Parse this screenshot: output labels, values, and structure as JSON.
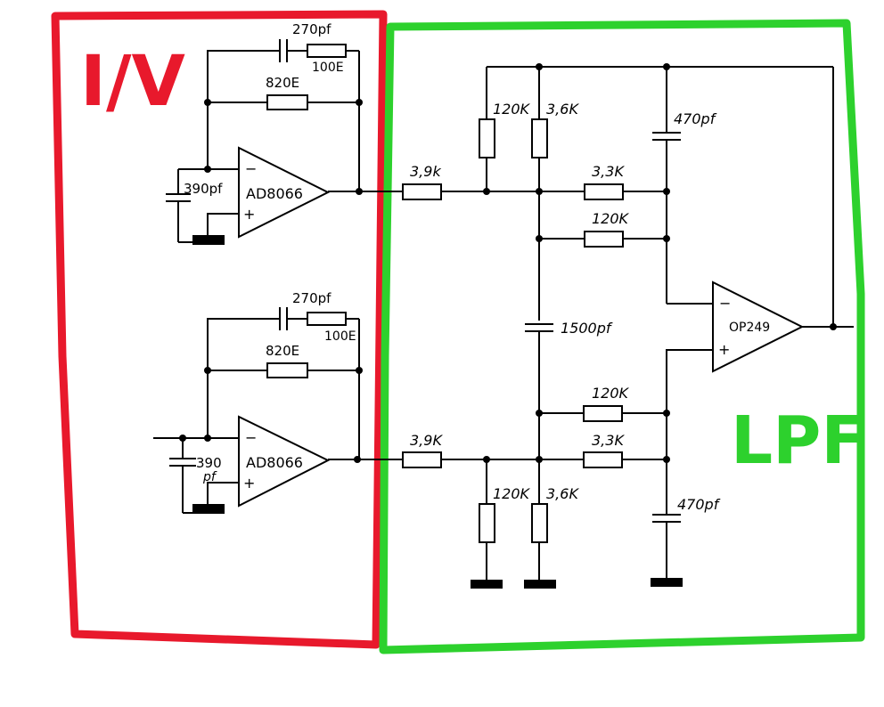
{
  "regions": {
    "iv": {
      "label": "I/V",
      "color": "#e8192c"
    },
    "lpf": {
      "label": "LPF",
      "color": "#2dd12d"
    }
  },
  "stage_top": {
    "opamp": "AD8066",
    "minus": "−",
    "plus": "+",
    "cap_input": "390pf",
    "cap_feedback": "270pf",
    "res_feedback_series": "100E",
    "res_feedback": "820E"
  },
  "stage_bottom": {
    "opamp": "AD8066",
    "minus": "−",
    "plus": "+",
    "cap_input_value": "390",
    "cap_input_unit": "pf",
    "cap_feedback": "270pf",
    "res_feedback_series": "100E",
    "res_feedback": "820E"
  },
  "lpf": {
    "opamp": "OP249",
    "minus": "−",
    "plus": "+",
    "top": {
      "r_in": "3,9k",
      "r_shunt": "120K",
      "r_shunt2": "3,6K",
      "r_series": "3,3K",
      "r_bridge": "120K",
      "cap": "470pf"
    },
    "bottom": {
      "r_in": "3,9K",
      "r_shunt": "120K",
      "r_shunt2": "3,6K",
      "r_series": "3,3K",
      "r_bridge": "120K",
      "cap": "470pf"
    },
    "cap_center": "1500pf"
  }
}
